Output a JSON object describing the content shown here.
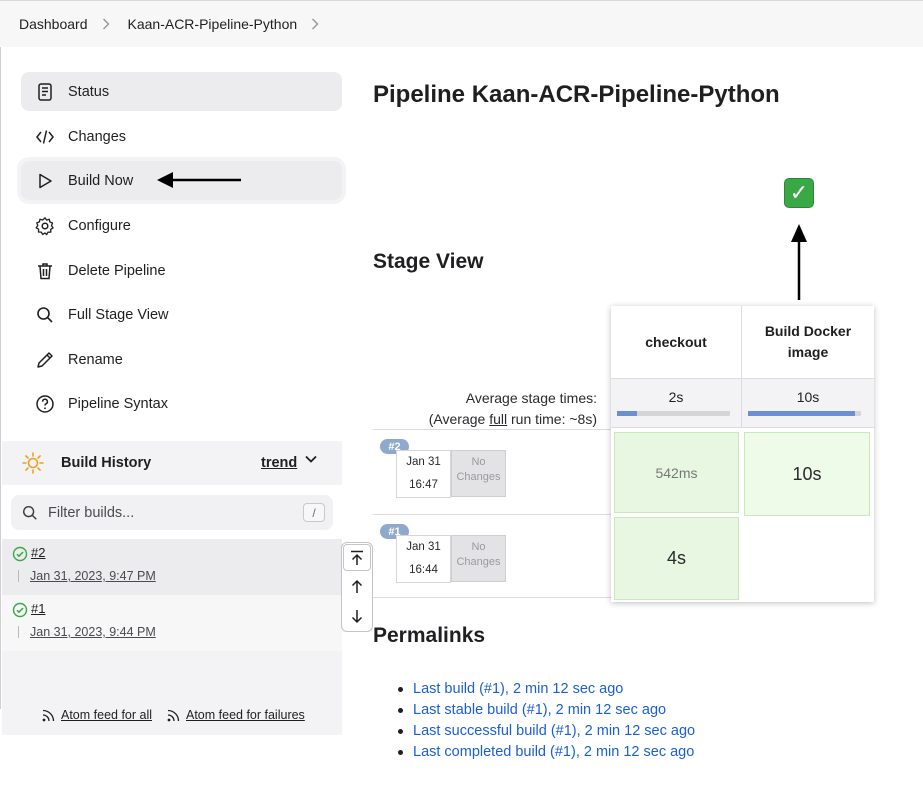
{
  "breadcrumb": [
    "Dashboard",
    "Kaan-ACR-Pipeline-Python"
  ],
  "sidebar": {
    "tasks": [
      {
        "label": "Status",
        "icon": "document-icon"
      },
      {
        "label": "Changes",
        "icon": "code-icon"
      },
      {
        "label": "Build Now",
        "icon": "play-icon"
      },
      {
        "label": "Configure",
        "icon": "gear-icon"
      },
      {
        "label": "Delete Pipeline",
        "icon": "trash-icon"
      },
      {
        "label": "Full Stage View",
        "icon": "search-icon"
      },
      {
        "label": "Rename",
        "icon": "pencil-icon"
      },
      {
        "label": "Pipeline Syntax",
        "icon": "help-icon"
      }
    ]
  },
  "build_history": {
    "title": "Build History",
    "trend_label": "trend",
    "filter_placeholder": "Filter builds...",
    "filter_shortcut": "/",
    "builds": [
      {
        "number": "#2",
        "date": "Jan 31, 2023, 9:47 PM"
      },
      {
        "number": "#1",
        "date": "Jan 31, 2023, 9:44 PM"
      }
    ],
    "feed_all": "Atom feed for all",
    "feed_failures": "Atom feed for failures"
  },
  "main": {
    "title": "Pipeline Kaan-ACR-Pipeline-Python",
    "stage_view_title": "Stage View",
    "permalinks_title": "Permalinks"
  },
  "stage_view": {
    "stages": [
      "checkout",
      "Build Docker image"
    ],
    "avg_label_line1": "Average stage times:",
    "avg_label_line2_pre": "(Average ",
    "avg_label_link": "full",
    "avg_label_line2_post": " run time: ~8s)",
    "avg_times": [
      "2s",
      "10s"
    ],
    "avg_fill_fraction": [
      0.18,
      0.95
    ],
    "runs": [
      {
        "badge": "#2",
        "date": "Jan 31",
        "time": "16:47",
        "changes": "No Changes",
        "durations": [
          "542ms",
          "10s"
        ]
      },
      {
        "badge": "#1",
        "date": "Jan 31",
        "time": "16:44",
        "changes": "No Changes",
        "durations": [
          "4s",
          ""
        ]
      }
    ]
  },
  "permalinks": [
    "Last build (#1), 2 min 12 sec ago",
    "Last stable build (#1), 2 min 12 sec ago",
    "Last successful build (#1), 2 min 12 sec ago",
    "Last completed build (#1), 2 min 12 sec ago"
  ],
  "colors": {
    "link": "#1a5fd6",
    "success": "#3aa845",
    "stage_cell": "#e8f7e1",
    "badge": "#8ea9cc"
  }
}
